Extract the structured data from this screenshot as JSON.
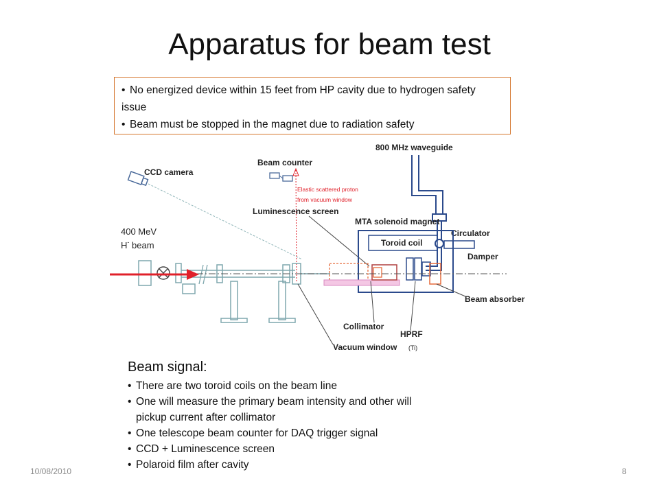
{
  "title": "Apparatus for beam test",
  "notes": [
    "No energized device within 15 feet from HP cavity due to hydrogen safety issue",
    "Beam must be stopped in the magnet due to radiation safety"
  ],
  "diagram": {
    "labels": {
      "waveguide": "800 MHz waveguide",
      "ccd_camera": "CCD camera",
      "beam_counter": "Beam counter",
      "elastic_line1": "Elastic scattered proton",
      "elastic_line2": "from vacuum window",
      "luminescence_screen": "Luminescence screen",
      "mta_magnet": "MTA solenoid magnet",
      "toroid_coil": "Toroid coil",
      "circulator": "Circulator",
      "damper": "Damper",
      "beam_absorber": "Beam absorber",
      "collimator": "Collimator",
      "hprf": "HPRF",
      "vacuum_window": "Vacuum window",
      "ti": "(Ti)",
      "beam_energy": "400 MeV",
      "beam_h": "H",
      "beam_sup": "-",
      "beam_word": " beam"
    },
    "colors": {
      "equipment": "#7fa7ad",
      "magnet": "#2b4a8c",
      "beam_arrow": "#e0202a",
      "scatter": "#e0202a",
      "collimator": "#e56a3a"
    }
  },
  "signal": {
    "title": "Beam signal:",
    "items": [
      {
        "line1": "There are two toroid coils on the beam line"
      },
      {
        "line1": "One will measure the primary beam intensity and other will",
        "line2": "pickup current after collimator"
      },
      {
        "line1": "One telescope beam counter for DAQ trigger signal"
      },
      {
        "line1": "CCD + Luminescence screen"
      },
      {
        "line1": "Polaroid film after cavity"
      }
    ]
  },
  "footer": {
    "date": "10/08/2010",
    "page": "8"
  }
}
